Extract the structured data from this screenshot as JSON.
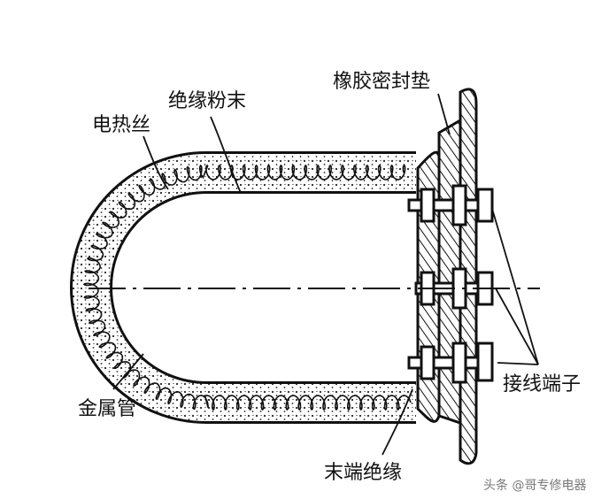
{
  "labels": {
    "rubber_gasket": "橡胶密封垫",
    "insulating_powder": "绝缘粉末",
    "heating_wire": "电热丝",
    "metal_tube": "金属管",
    "end_insulation": "末端绝缘",
    "terminal": "接线端子"
  },
  "watermark": "头条 @哥专修电器",
  "colors": {
    "ink": "#111111",
    "background": "#ffffff",
    "watermark": "#777777"
  }
}
